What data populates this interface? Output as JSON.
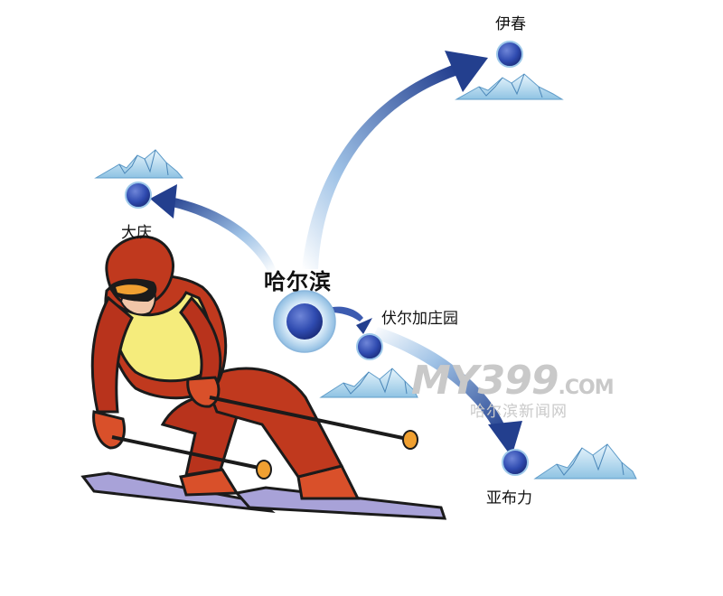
{
  "hub": {
    "label": "哈尔滨"
  },
  "destinations": [
    {
      "id": "yichun",
      "label": "伊春"
    },
    {
      "id": "daqing",
      "label": "大庆"
    },
    {
      "id": "fuer",
      "label": "伏尔加庄园"
    },
    {
      "id": "yabuli",
      "label": "亚布力"
    }
  ],
  "watermark": {
    "brand": "MY399",
    "domain": ".COM",
    "subtitle": "哈尔滨新闻网"
  },
  "colors": {
    "arrow_dark": "#233f8e",
    "node_blue": "#2f4bb0",
    "hub_ring": "#9ec9ea",
    "snow_light": "#b9dcf0",
    "skier_red": "#c0391e",
    "skier_vest": "#f5ec7c",
    "ski_purple": "#a8a2d8",
    "pole_orange": "#f0a031",
    "watermark_gray": "#c9c9c9"
  }
}
